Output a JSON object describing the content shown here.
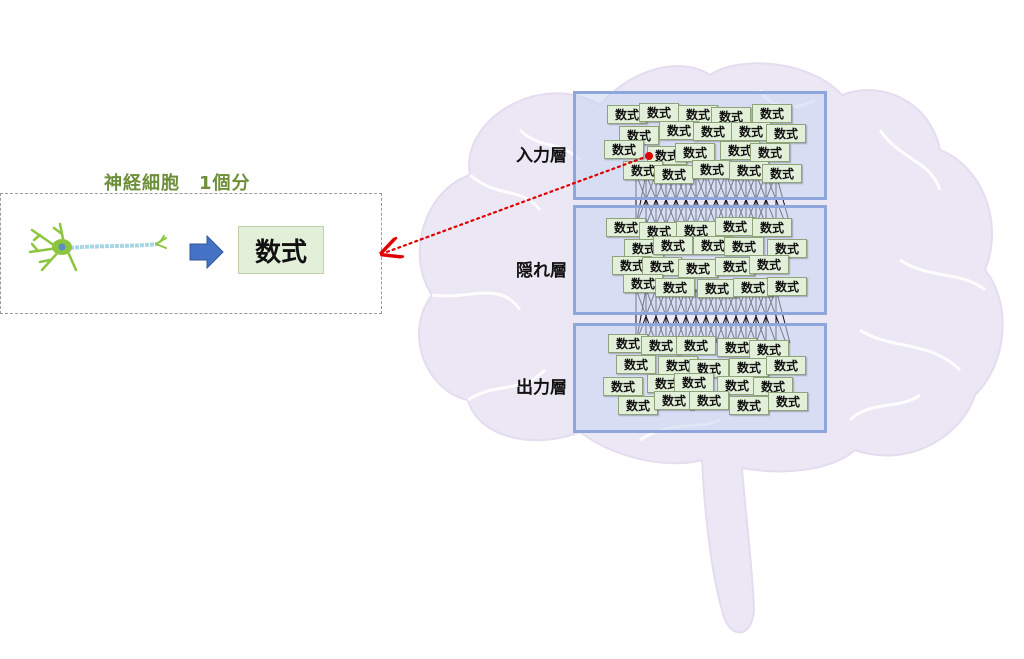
{
  "neuron_caption": "神経細胞　1個分",
  "neuron_formula": "数式",
  "node_label": "数式",
  "layers": [
    {
      "label": "入力層"
    },
    {
      "label": "隠れ層"
    },
    {
      "label": "出力層"
    }
  ],
  "colors": {
    "brain_fill": "#ece7f4",
    "brain_stroke": "#ffffff",
    "layer_border": "#8ea6dc",
    "layer_fill": "#c6d6f0",
    "node_fill": "#e2efd9",
    "caption_green": "#6d8f3a",
    "arrow_blue": "#4472c4",
    "pointer_red": "#e00000",
    "neuron_green": "#8cc63f"
  },
  "icons": {
    "neuron": "neuron-icon",
    "arrow": "right-arrow-icon",
    "brain": "brain-silhouette"
  }
}
